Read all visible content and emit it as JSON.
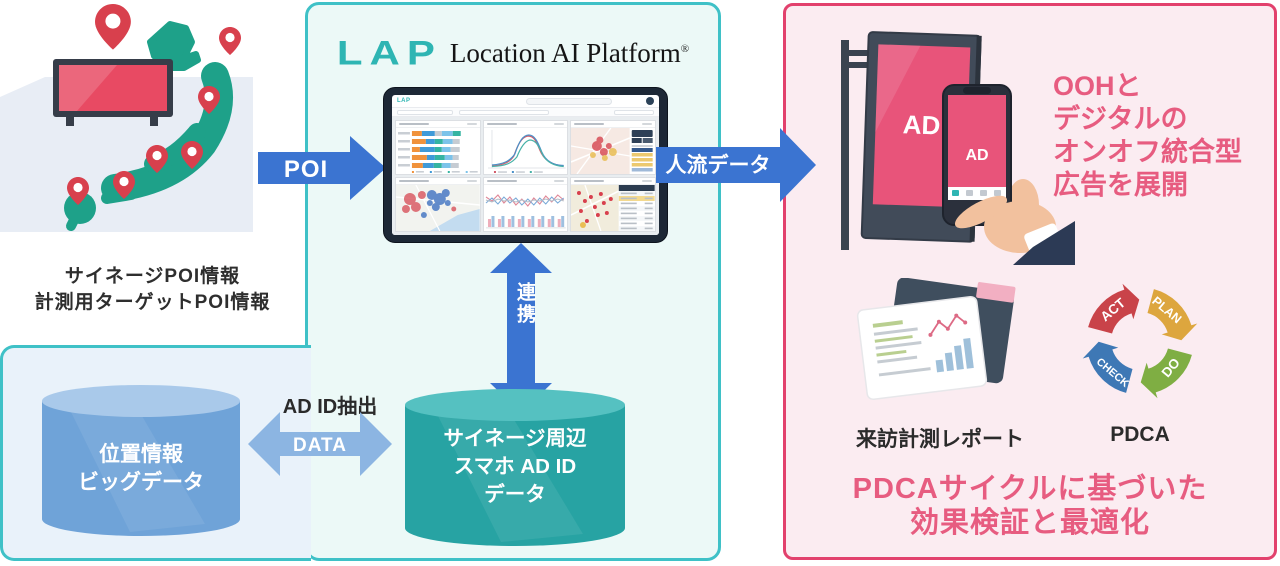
{
  "left": {
    "caption": [
      "サイネージPOI情報",
      "計測用ターゲットPOI情報"
    ]
  },
  "arrows": {
    "poi": "POI",
    "people_flow": "人流データ",
    "link": "連携",
    "ad_id_extract": "AD ID抽出",
    "data": "DATA"
  },
  "platform": {
    "logo": "LAP",
    "name": "Location AI Platform",
    "reg_mark": "®"
  },
  "databases": {
    "location_big_data": {
      "line1": "位置情報",
      "line2": "ビッグデータ"
    },
    "signage_ad_id": {
      "line1": "サイネージ周辺",
      "line2": "スマホ AD ID",
      "line3": "データ"
    }
  },
  "right": {
    "headline": [
      "OOHと",
      "デジタルの",
      "オンオフ統合型",
      "広告を展開"
    ],
    "billboard_ad": "AD",
    "phone_ad": "AD",
    "report_label": "来訪計測レポート",
    "pdca_label": "PDCA",
    "pdca_wheel": {
      "act": "ACT",
      "plan": "PLAN",
      "do": "DO",
      "check": "CHECK"
    }
  },
  "footer": [
    "PDCAサイクルに基づいた",
    "効果検証と最適化"
  ],
  "icons": {
    "location_pin": "map-pin",
    "gear": "settings-gear",
    "search": "search-field"
  },
  "colors": {
    "teal_border": "#3fc1c7",
    "teal_fill": "#ecf9f7",
    "blue_fill": "#e9f2fa",
    "pink_border": "#e2416d",
    "pink_fill": "#fbecf1",
    "arrow_blue": "#3b74d1",
    "arrow_light_blue": "#8cb5e2",
    "map_teal": "#1ea189",
    "pin_red": "#d8404d",
    "accent_pink": "#e75c80",
    "lap_teal": "#2eb5b3",
    "cylinder_blue": "#6fa3d8",
    "cylinder_teal": "#27a3a3",
    "pdca_act": "#c94349",
    "pdca_plan": "#dda63e",
    "pdca_do": "#7fae43",
    "pdca_check": "#3e78b5"
  }
}
